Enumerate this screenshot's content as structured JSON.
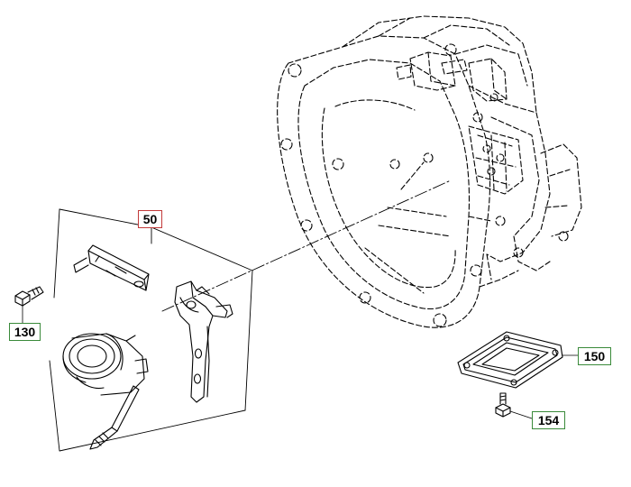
{
  "callouts": {
    "assembly": "50",
    "bolt": "130",
    "cover_plate": "150",
    "cover_bolt": "154"
  },
  "colors": {
    "line": "#000000",
    "callout_border_green": "#3a8a3a",
    "callout_border_red": "#c23a3a",
    "background": "#ffffff"
  }
}
